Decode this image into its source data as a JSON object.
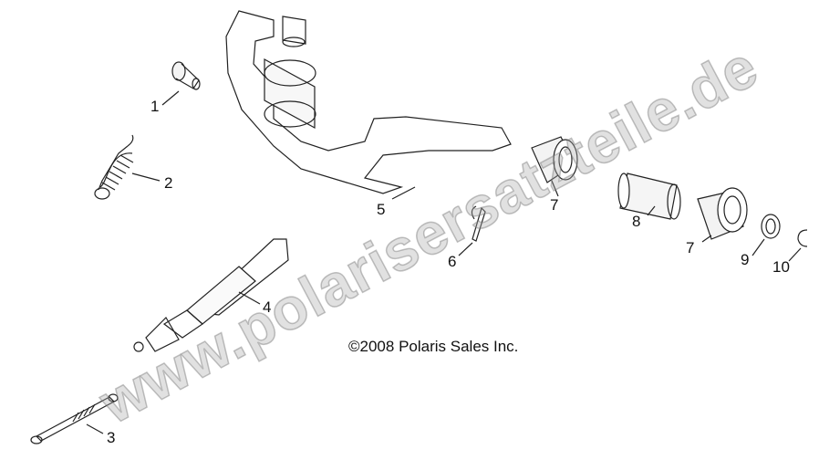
{
  "watermark": "www.polarisersatzteile.de",
  "copyright": "©2008 Polaris Sales Inc.",
  "callouts": [
    "1",
    "2",
    "3",
    "4",
    "5",
    "6",
    "7",
    "8",
    "7",
    "9",
    "10"
  ]
}
